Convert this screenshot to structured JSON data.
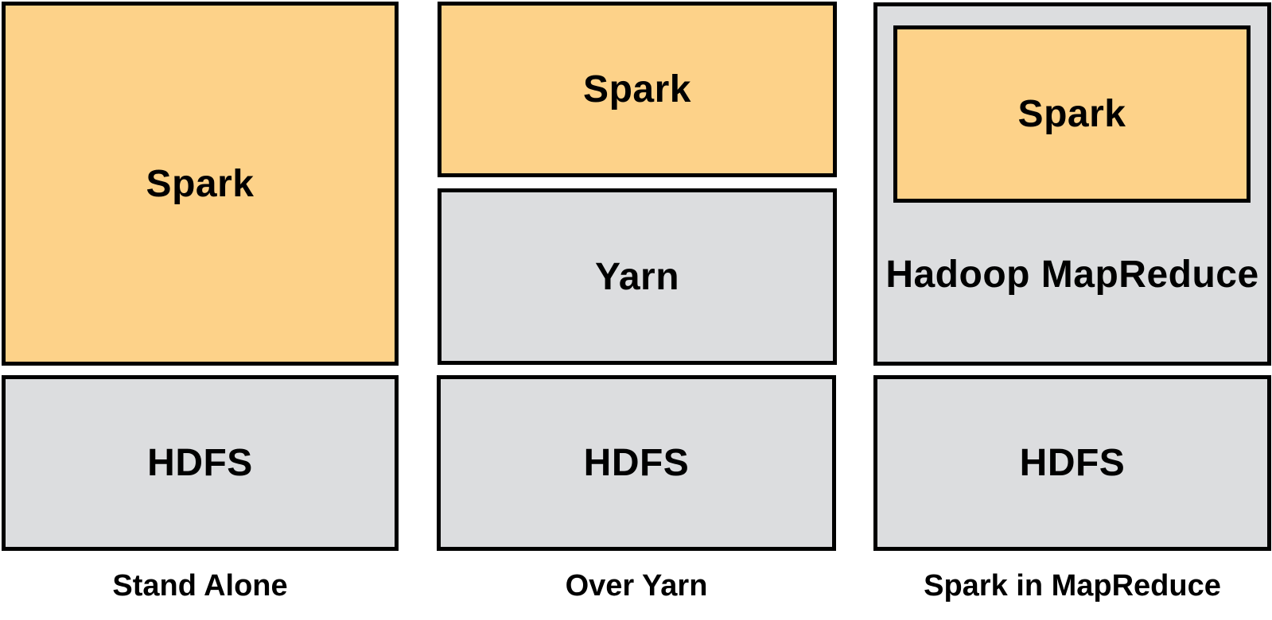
{
  "colors": {
    "spark": "#fdd289",
    "gray": "#dcdddf",
    "border": "#000000"
  },
  "stand_alone": {
    "spark_label": "Spark",
    "hdfs_label": "HDFS",
    "caption": "Stand Alone"
  },
  "over_yarn": {
    "spark_label": "Spark",
    "yarn_label": "Yarn",
    "hdfs_label": "HDFS",
    "caption": "Over Yarn"
  },
  "spark_in_mapreduce": {
    "spark_label": "Spark",
    "mapreduce_label": "Hadoop MapReduce",
    "hdfs_label": "HDFS",
    "caption": "Spark in MapReduce"
  }
}
